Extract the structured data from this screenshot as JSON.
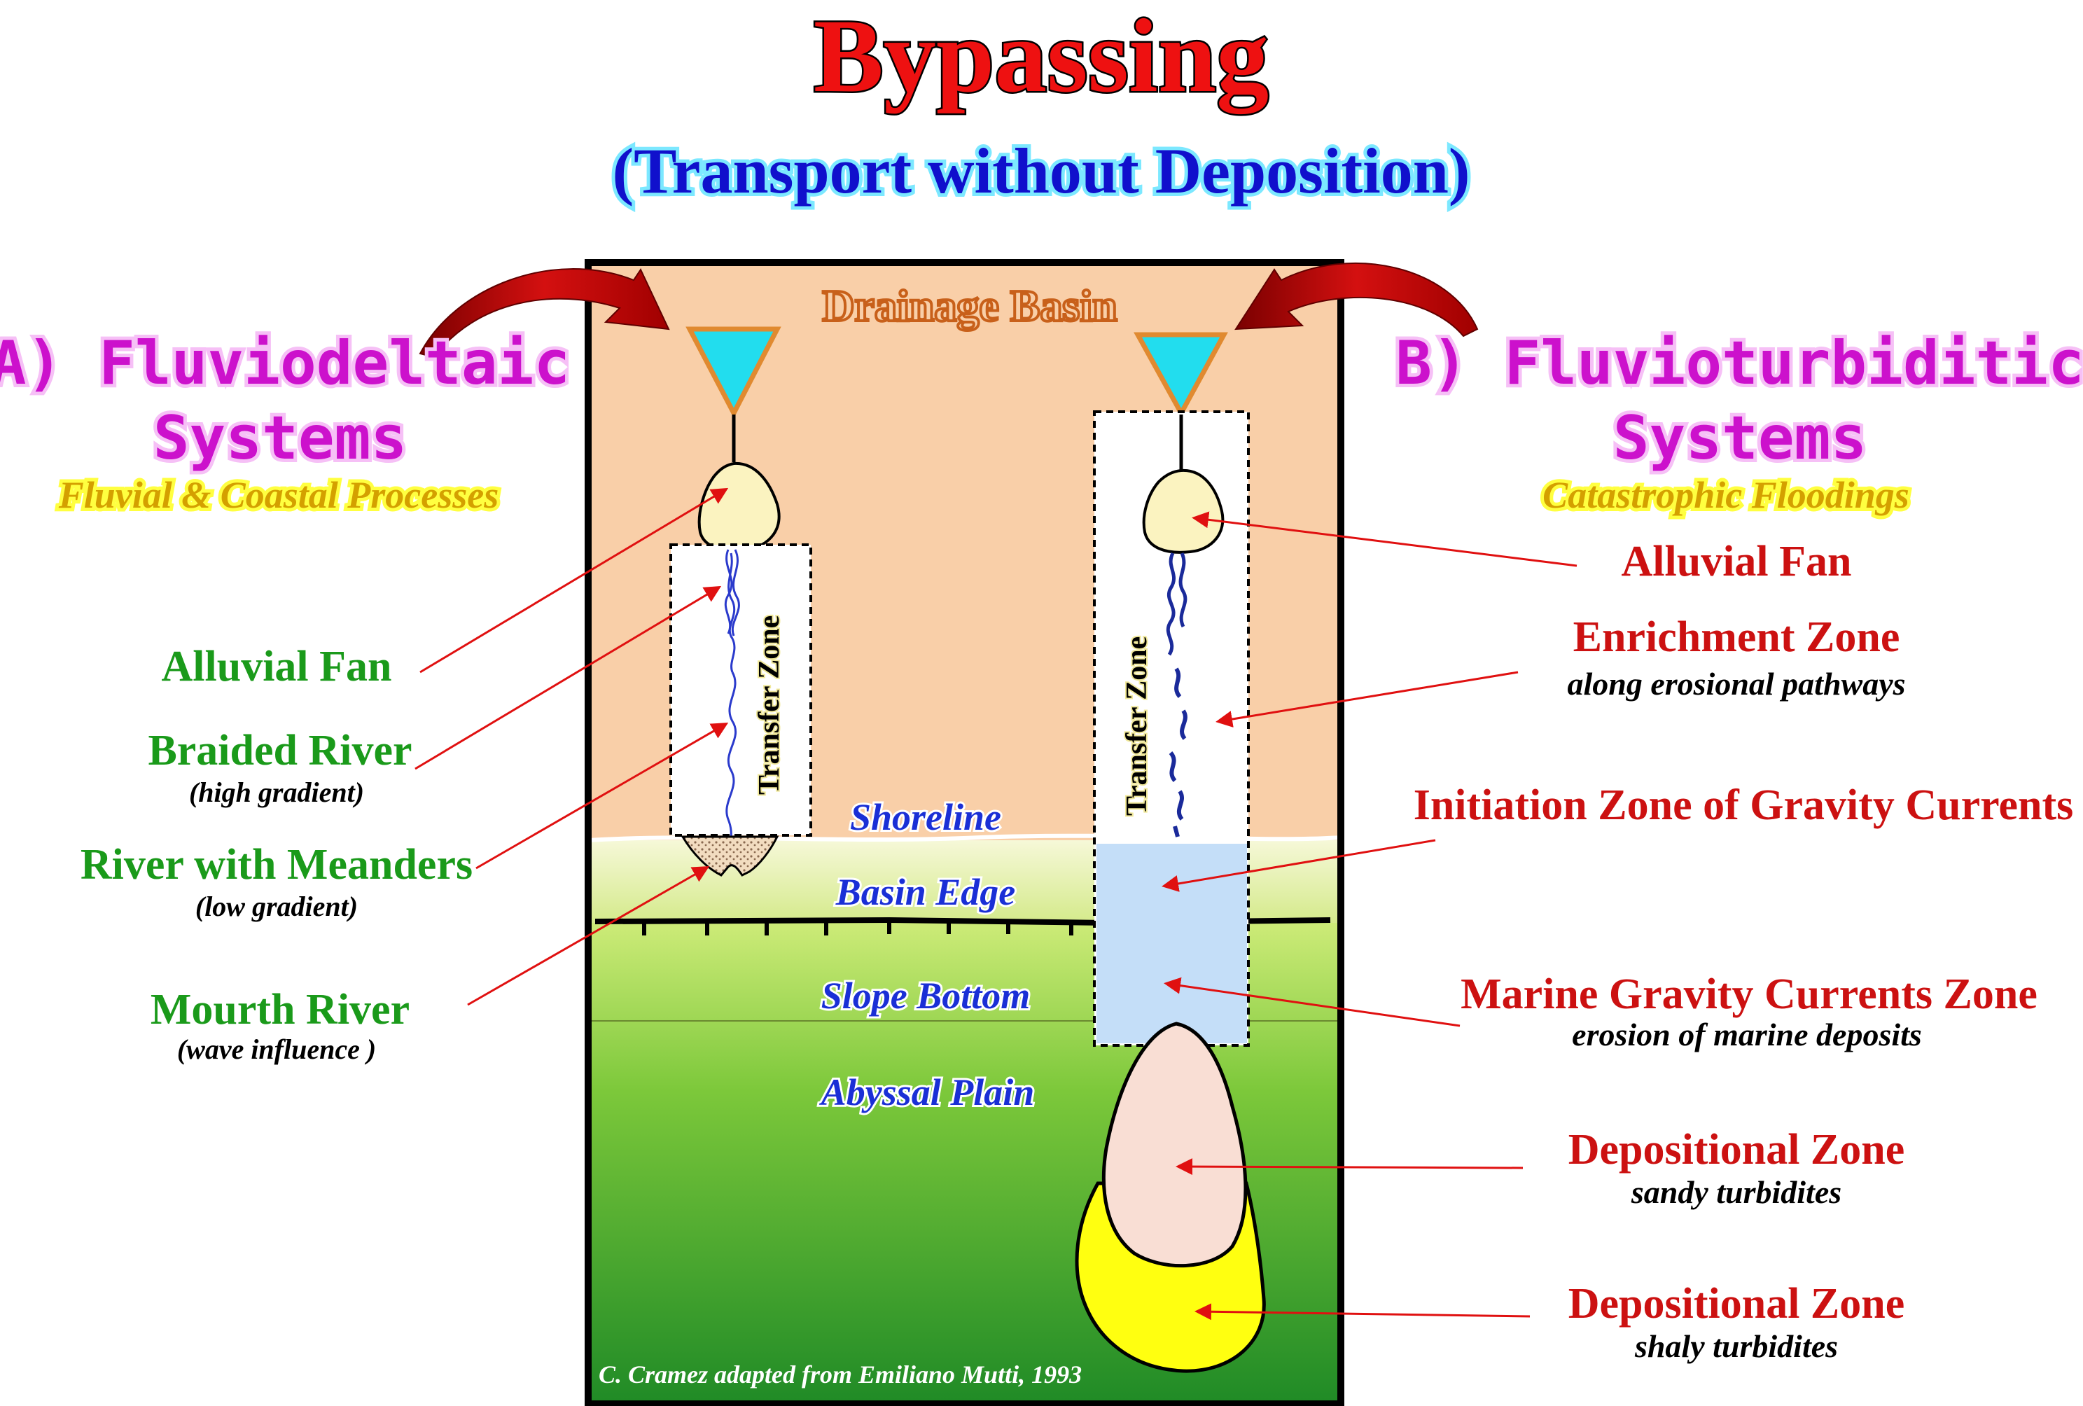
{
  "title": "Bypassing",
  "subtitle": "(Transport without Deposition)",
  "panel": {
    "drainage_basin": "Drainage Basin",
    "shoreline": "Shoreline",
    "basin_edge": "Basin Edge",
    "slope_bottom": "Slope Bottom",
    "abyssal_plain": "Abyssal Plain",
    "transfer_zone": "Transfer Zone",
    "credit": "C. Cramez adapted from Emiliano Mutti, 1993"
  },
  "left_system": {
    "line1": "A) Fluviodeltaic",
    "line2": "Systems",
    "processes": "Fluvial & Coastal Processes",
    "labels": [
      {
        "name": "Alluvial Fan",
        "note": ""
      },
      {
        "name": "Braided River",
        "note": "(high gradient)"
      },
      {
        "name": "River with Meanders",
        "note": "(low gradient)"
      },
      {
        "name": "Mourth River",
        "note": "(wave influence )"
      }
    ]
  },
  "right_system": {
    "line1": "B) Fluvioturbiditic",
    "line2": "Systems",
    "processes": "Catastrophic Floodings",
    "labels": [
      {
        "name": "Alluvial Fan",
        "note": ""
      },
      {
        "name": "Enrichment Zone",
        "note": "along erosional pathways"
      },
      {
        "name": "Initiation Zone of Gravity Currents",
        "note": ""
      },
      {
        "name": "Marine Gravity Currents Zone",
        "note": "erosion of marine deposits"
      },
      {
        "name": "Depositional Zone",
        "note": "sandy turbidites"
      },
      {
        "name": "Depositional Zone",
        "note": "shaly turbidites"
      }
    ]
  },
  "colors": {
    "title_red": "#ee1111",
    "subtitle_blue": "#1010cc",
    "magenta": "#cc11cc",
    "left_green": "#1a9a1a",
    "right_red": "#cc1111",
    "zone_blue": "#1a2fd6",
    "basin_peach": "#f9cfa8",
    "drainage_orange": "#c8601a",
    "process_gold": "#d4a000",
    "arrow_red": "#e01010"
  }
}
